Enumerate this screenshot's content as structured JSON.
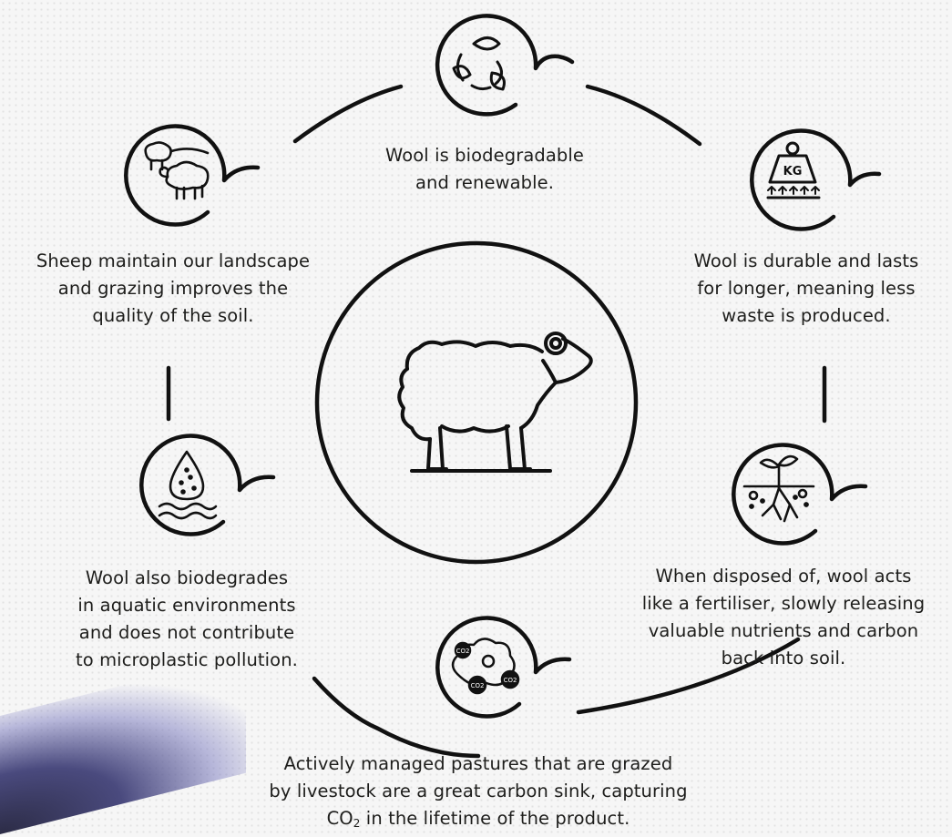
{
  "center": {
    "icon": "sheep-icon"
  },
  "benefits": [
    {
      "id": "top",
      "icon": "recycle-leaves-icon",
      "lines": [
        "Wool is biodegradable",
        "and renewable."
      ]
    },
    {
      "id": "top-right",
      "icon": "kg-weight-icon",
      "icon_label": "KG",
      "lines": [
        "Wool is durable and lasts",
        "for longer, meaning less",
        "waste is produced."
      ]
    },
    {
      "id": "bottom-right",
      "icon": "sprout-roots-icon",
      "lines": [
        "When disposed of, wool acts",
        "like a fertiliser, slowly releasing",
        "valuable nutrients and carbon",
        "back into soil."
      ]
    },
    {
      "id": "bottom",
      "icon": "co2-cloud-icon",
      "icon_label": "CO2",
      "lines": [
        "Actively managed pastures that are grazed",
        "by livestock are a great carbon sink, capturing"
      ],
      "last_line": {
        "prefix": "CO",
        "sub": "2",
        "suffix": " in the lifetime of the product."
      }
    },
    {
      "id": "bottom-left",
      "icon": "water-drop-icon",
      "lines": [
        "Wool also biodegrades",
        "in aquatic environments",
        "and does not contribute",
        "to microplastic pollution."
      ]
    },
    {
      "id": "top-left",
      "icon": "grazing-sheep-icon",
      "lines": [
        "Sheep maintain our landscape",
        "and grazing improves the",
        "quality of the soil."
      ]
    }
  ]
}
